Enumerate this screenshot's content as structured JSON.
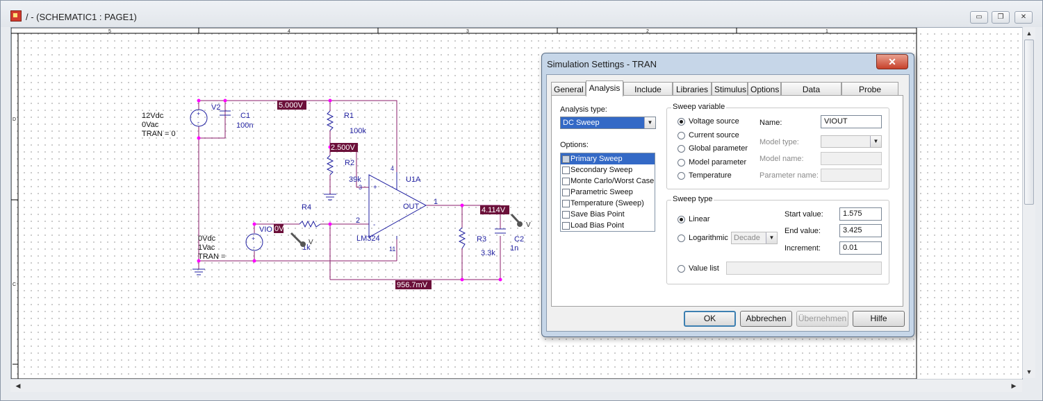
{
  "window": {
    "title": "/ - (SCHEMATIC1 : PAGE1)",
    "min_label": "▭",
    "max_label": "❐",
    "close_label": "✕"
  },
  "ruler": {
    "top": [
      "5",
      "4",
      "3",
      "2",
      "1"
    ],
    "left": [
      "D",
      "C"
    ]
  },
  "schematic": {
    "v2": {
      "name": "V2",
      "params": [
        "12Vdc",
        "0Vac",
        "TRAN = 0"
      ]
    },
    "c1": {
      "name": "C1",
      "value": "100n"
    },
    "r1": {
      "name": "R1",
      "value": "100k"
    },
    "r2": {
      "name": "R2",
      "value": "39k"
    },
    "r3": {
      "name": "R3",
      "value": "3.3k"
    },
    "r4": {
      "name": "R4",
      "value": "1k"
    },
    "c2": {
      "name": "C2",
      "value": "1n"
    },
    "u1": {
      "name": "U1A",
      "part": "LM324",
      "out_pin": "OUT",
      "pin_out": "1",
      "pin_minus": "2",
      "pin_plus": "3",
      "pin_vplus": "4",
      "pin_vminus": "11",
      "plus_sign": "+",
      "minus_sign": "-"
    },
    "vio": {
      "name": "VIO",
      "params": [
        "0Vdc",
        "1Vac",
        "TRAN ="
      ]
    },
    "probes": {
      "vout_probe": "V",
      "vio_probe": "V"
    },
    "voltages": {
      "top": "5.000V",
      "mid": "2.500V",
      "vio": "0V",
      "out": "4.114V",
      "bottom": "956.7mV"
    }
  },
  "dialog": {
    "title": "Simulation Settings - TRAN",
    "close_label": "✕",
    "tabs": [
      "General",
      "Analysis",
      "Include Files",
      "Libraries",
      "Stimulus",
      "Options",
      "Data Collection",
      "Probe Window"
    ],
    "active_tab": "Analysis",
    "analysis_type_label": "Analysis type:",
    "analysis_type_value": "DC Sweep",
    "options_label": "Options:",
    "options": [
      "Primary Sweep",
      "Secondary Sweep",
      "Monte Carlo/Worst Case",
      "Parametric Sweep",
      "Temperature (Sweep)",
      "Save Bias Point",
      "Load Bias Point"
    ],
    "sweep_variable": {
      "title": "Sweep variable",
      "radios": [
        "Voltage source",
        "Current source",
        "Global parameter",
        "Model parameter",
        "Temperature"
      ],
      "selected": "Voltage source",
      "name_label": "Name:",
      "name_value": "VIOUT",
      "model_type_label": "Model type:",
      "model_name_label": "Model name:",
      "param_name_label": "Parameter name:"
    },
    "sweep_type": {
      "title": "Sweep type",
      "linear_label": "Linear",
      "log_label": "Logarithmic",
      "log_select": "Decade",
      "value_list_label": "Value list",
      "start_label": "Start value:",
      "start_value": "1.575",
      "end_label": "End value:",
      "end_value": "3.425",
      "inc_label": "Increment:",
      "inc_value": "0.01"
    },
    "buttons": {
      "ok": "OK",
      "cancel": "Abbrechen",
      "apply": "Übernehmen",
      "help": "Hilfe"
    }
  },
  "colors": {
    "wire": "#8b1c6b",
    "node": "#ff00ff",
    "component": "#1f1fa0",
    "voltage_label_bg": "#6b0f39"
  }
}
